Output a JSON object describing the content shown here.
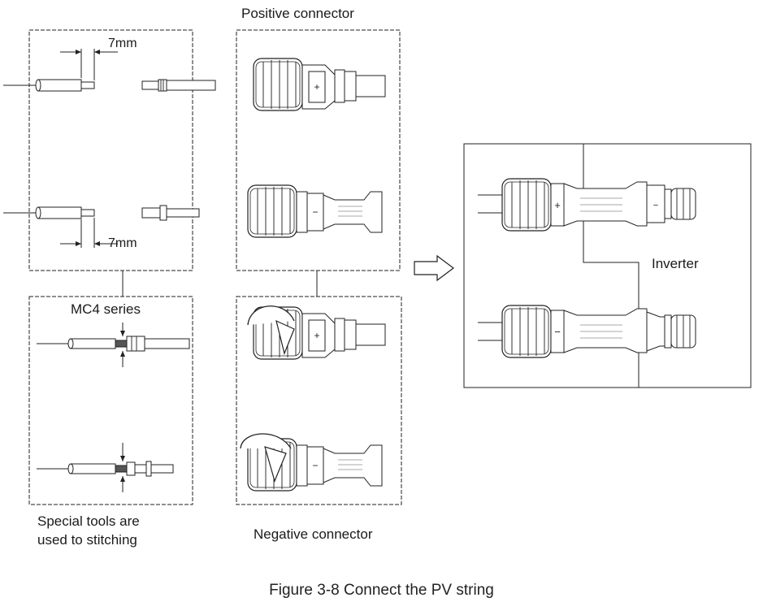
{
  "labels": {
    "positive_connector": "Positive connector",
    "negative_connector": "Negative connector",
    "mc4_series": "MC4 series",
    "special_tools_line1": "Special tools are",
    "special_tools_line2": "used to stitching",
    "inverter": "Inverter",
    "dim_top": "7mm",
    "dim_bottom": "7mm",
    "caption": "Figure 3-8 Connect the PV string"
  },
  "symbols": {
    "plus": "+",
    "minus": "−"
  }
}
